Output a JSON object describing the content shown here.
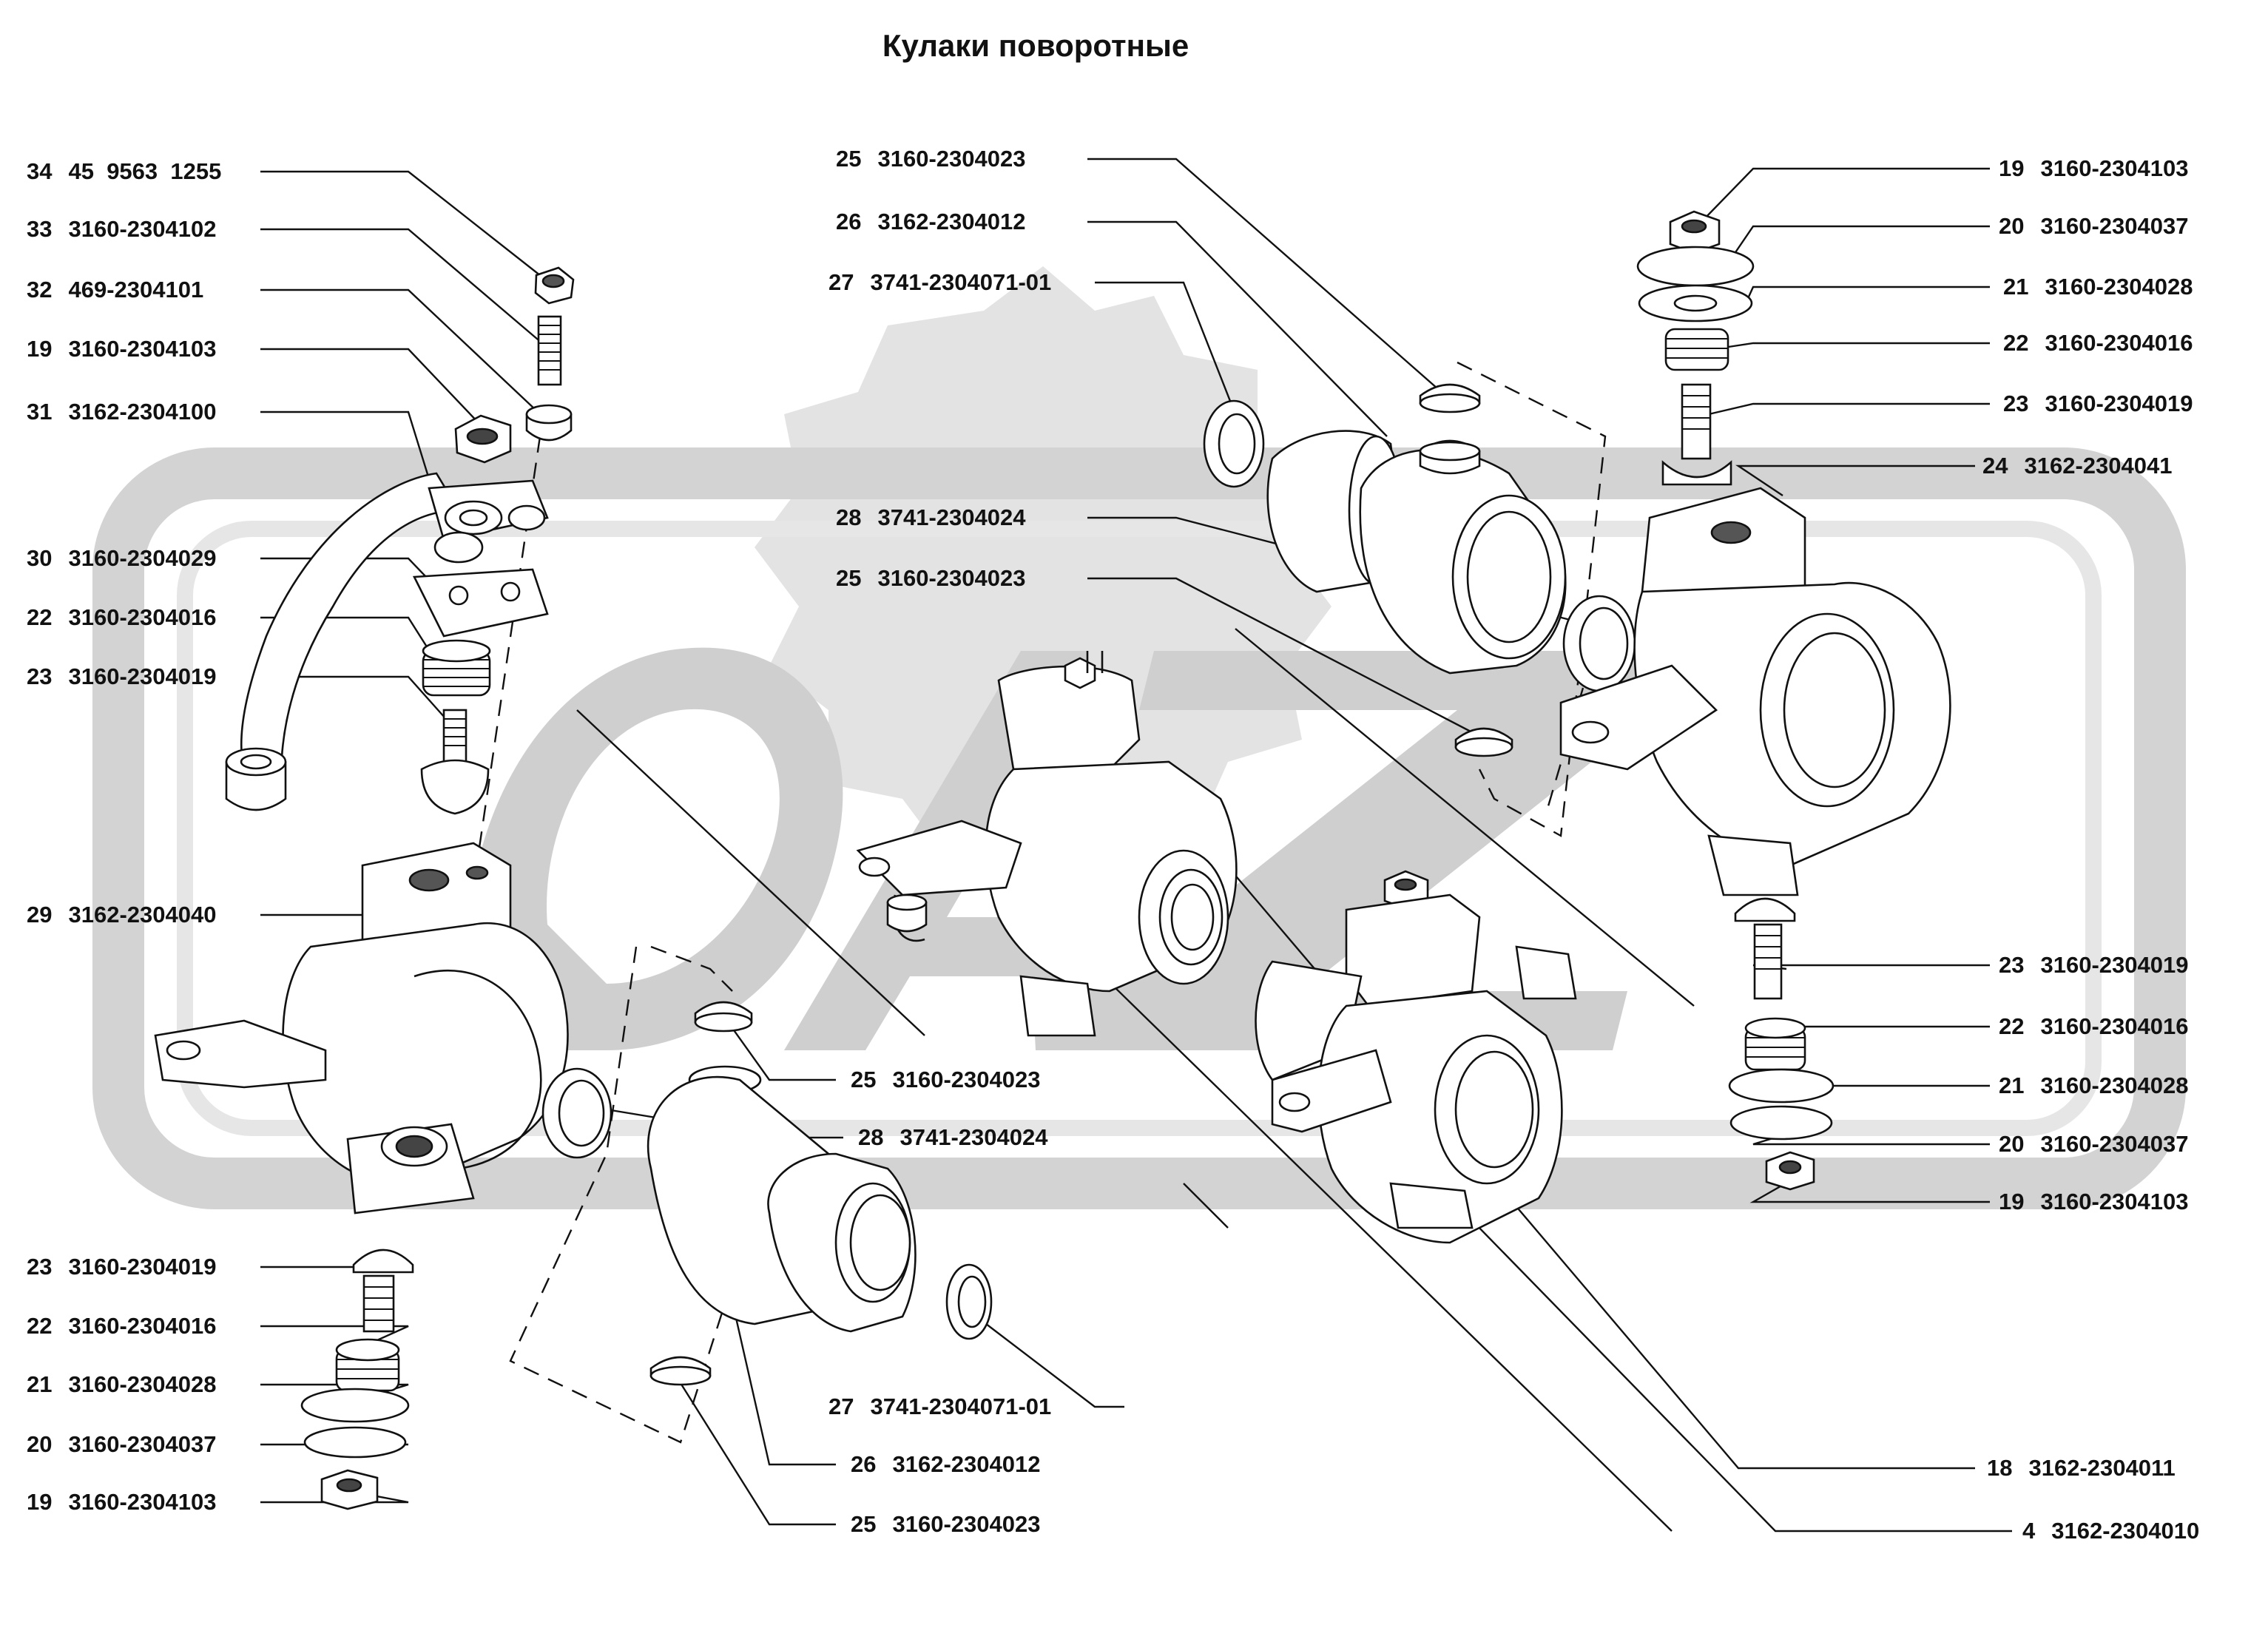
{
  "title": "Кулаки поворотные",
  "colors": {
    "background": "#ffffff",
    "watermark": "#c8c8c8",
    "watermark_light": "#e3e3e3",
    "line": "#111111"
  },
  "watermark_icon": "uaz-logo-watermark",
  "callouts_left": [
    {
      "num": "34",
      "code": "45  9563  1255"
    },
    {
      "num": "33",
      "code": "3160-2304102"
    },
    {
      "num": "32",
      "code": "469-2304101"
    },
    {
      "num": "19",
      "code": "3160-2304103"
    },
    {
      "num": "31",
      "code": "3162-2304100"
    },
    {
      "num": "30",
      "code": "3160-2304029"
    },
    {
      "num": "22",
      "code": "3160-2304016"
    },
    {
      "num": "23",
      "code": "3160-2304019"
    },
    {
      "num": "29",
      "code": "3162-2304040"
    },
    {
      "num": "23",
      "code": "3160-2304019"
    },
    {
      "num": "22",
      "code": "3160-2304016"
    },
    {
      "num": "21",
      "code": "3160-2304028"
    },
    {
      "num": "20",
      "code": "3160-2304037"
    },
    {
      "num": "19",
      "code": "3160-2304103"
    }
  ],
  "callouts_center_top": [
    {
      "num": "25",
      "code": "3160-2304023"
    },
    {
      "num": "26",
      "code": "3162-2304012"
    },
    {
      "num": "27",
      "code": "3741-2304071-01"
    },
    {
      "num": "28",
      "code": "3741-2304024"
    },
    {
      "num": "25",
      "code": "3160-2304023"
    }
  ],
  "callouts_center_bottom": [
    {
      "num": "25",
      "code": "3160-2304023"
    },
    {
      "num": "28",
      "code": "3741-2304024"
    },
    {
      "num": "27",
      "code": "3741-2304071-01"
    },
    {
      "num": "26",
      "code": "3162-2304012"
    },
    {
      "num": "25",
      "code": "3160-2304023"
    }
  ],
  "callouts_right": [
    {
      "num": "19",
      "code": "3160-2304103"
    },
    {
      "num": "20",
      "code": "3160-2304037"
    },
    {
      "num": "21",
      "code": "3160-2304028"
    },
    {
      "num": "22",
      "code": "3160-2304016"
    },
    {
      "num": "23",
      "code": "3160-2304019"
    },
    {
      "num": "24",
      "code": "3162-2304041"
    },
    {
      "num": "23",
      "code": "3160-2304019"
    },
    {
      "num": "22",
      "code": "3160-2304016"
    },
    {
      "num": "21",
      "code": "3160-2304028"
    },
    {
      "num": "20",
      "code": "3160-2304037"
    },
    {
      "num": "19",
      "code": "3160-2304103"
    },
    {
      "num": "18",
      "code": "3162-2304011"
    },
    {
      "num": "4",
      "code": "3162-2304010"
    }
  ]
}
